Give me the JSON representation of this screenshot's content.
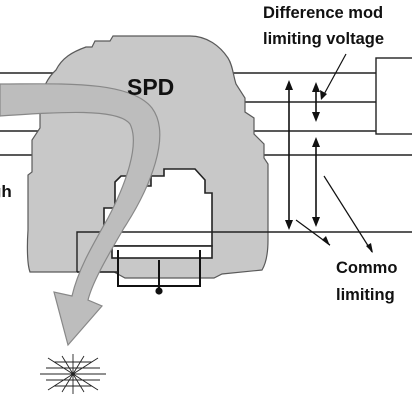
{
  "labels": {
    "difference_mode_line1": "Difference mod",
    "difference_mode_line2": "limiting voltage",
    "spd": "SPD",
    "common_mode_line1": "Commo",
    "common_mode_line2": "limiting",
    "left_cut": "gh"
  },
  "colors": {
    "device_fill": "#c8c8c8",
    "device_stroke": "#555555",
    "arrow_fill": "#bdbdbd",
    "line": "#222222"
  }
}
